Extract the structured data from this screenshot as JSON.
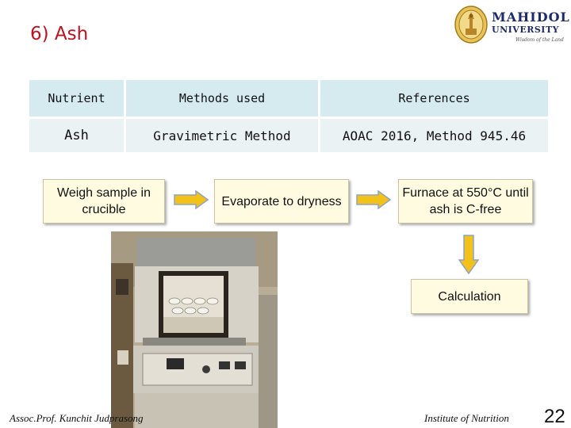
{
  "slide": {
    "title": "6) Ash",
    "logo": {
      "name_line1": "MAHIDOL",
      "name_line2": "UNIVERSITY",
      "motto": "Wisdom of the Land"
    }
  },
  "table": {
    "headers": [
      "Nutrient",
      "Methods used",
      "References"
    ],
    "rows": [
      [
        "Ash",
        "Gravimetric Method",
        "AOAC 2016, Method 945.46"
      ]
    ]
  },
  "flow": {
    "step1": "Weigh sample in crucible",
    "step2": "Evaporate to dryness",
    "step3": "Furnace at 550°C until ash is C-free",
    "step4": "Calculation"
  },
  "colors": {
    "title": "#c0111f",
    "header_bg": "#d6ebef",
    "row_bg": "#eaf2f4",
    "box_bg": "#fffbe0",
    "arrow_fill": "#f3c21a",
    "arrow_stroke": "#8da3c4"
  },
  "icons": {
    "logo": "university-seal-icon",
    "arrows": [
      "arrow-right-icon",
      "arrow-right-icon",
      "arrow-down-icon"
    ]
  },
  "footer": {
    "left": "Assoc.Prof. Kunchit Judprasong",
    "right": "Institute of Nutrition",
    "page": "22"
  }
}
